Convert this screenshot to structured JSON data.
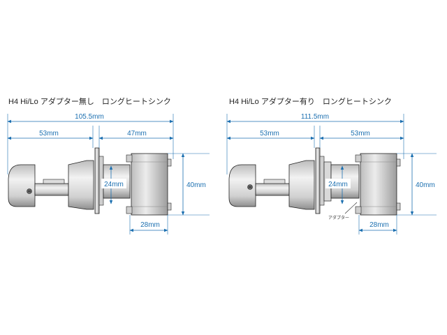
{
  "diagrams": {
    "left": {
      "title": "H4 Hi/Lo アダプター無し　ロングヒートシンク",
      "overall_length": "105.5mm",
      "front_length": "53mm",
      "rear_length": "47mm",
      "flange_diameter": "24mm",
      "heatsink_length": "28mm",
      "heatsink_height": "40mm"
    },
    "right": {
      "title": "H4 Hi/Lo アダプター有り　ロングヒートシンク",
      "overall_length": "111.5mm",
      "front_length": "53mm",
      "rear_length": "53mm",
      "flange_diameter": "24mm",
      "heatsink_length": "28mm",
      "heatsink_height": "40mm",
      "adapter_label": "アダプター"
    }
  },
  "colors": {
    "dimension": "#1b6fb0",
    "outline": "#222222",
    "body_light": "#e9e9e9",
    "body_mid": "#c8c8c8",
    "body_dark": "#9a9a9a"
  }
}
